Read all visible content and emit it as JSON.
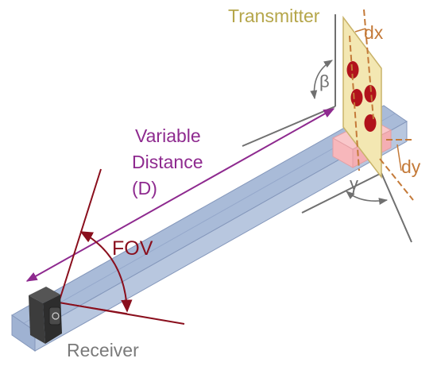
{
  "labels": {
    "transmitter": "Transmitter",
    "receiver": "Receiver",
    "distance_line1": "Variable",
    "distance_line2": "Distance",
    "distance_line3": "(D)",
    "fov": "FOV",
    "dx": "dx",
    "dy": "dy",
    "beta": "β",
    "gamma": "γ"
  },
  "colors": {
    "rail_face": "#b8c7df",
    "rail_top": "#a9bbd8",
    "rail_edge": "#8497bb",
    "panel": "#f3e7b2",
    "panel_edge": "#c9b36a",
    "led": "#b1121c",
    "mount": "#f7b7bb",
    "distance": "#8e2a8f",
    "fov": "#8a0f1d",
    "dimension": "#c47a39",
    "angle": "#707070",
    "transmitter_text": "#b5a64a",
    "receiver_text": "#7a7a7a",
    "camera": "#3c3c3c"
  },
  "icons": {
    "receiver": "camera-icon"
  }
}
